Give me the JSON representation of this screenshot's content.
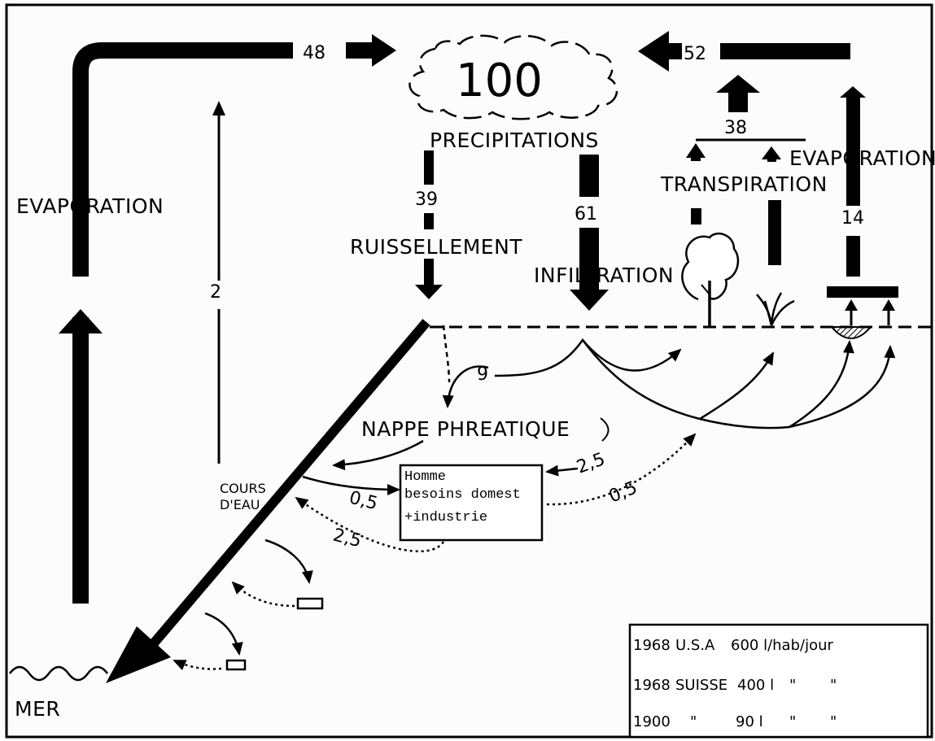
{
  "cloud": {
    "value": "100",
    "label": "PRECIPITATIONS"
  },
  "flows": {
    "sea_evaporation": {
      "value": "48",
      "label": "EVAPORATION"
    },
    "land_return": {
      "value": "52"
    },
    "runoff": {
      "value": "39",
      "label": "RUISSELLEMENT"
    },
    "infiltration": {
      "value": "61",
      "label": "INFILTRATION"
    },
    "vegetation": {
      "value": "38",
      "label": "TRANSPIRATION"
    },
    "soil_evaporation": {
      "value": "14",
      "label": "EVAPORATION"
    },
    "river_evaporation": {
      "value": "2"
    },
    "groundwater": {
      "value": "9"
    }
  },
  "labels": {
    "groundwater_table": "NAPPE PHREATIQUE",
    "river": [
      "COURS",
      "D'EAU"
    ],
    "sea": "MER"
  },
  "human_use": {
    "box_lines": [
      "Homme",
      "besoins domest",
      "+industrie"
    ],
    "from_groundwater": "2,5",
    "to_groundwater": "0,5",
    "to_river": "2,5",
    "from_river": "0,5"
  },
  "consumption_table": [
    {
      "year": "1968",
      "place": "U.S.A",
      "amount": "600 l/hab/jour"
    },
    {
      "year": "1968",
      "place": "SUISSE",
      "amount": "400 l",
      "ditto1": "\"",
      "ditto2": "\""
    },
    {
      "year": "1900",
      "place": "\"",
      "amount": "90 l",
      "ditto1": "\"",
      "ditto2": "\""
    }
  ]
}
